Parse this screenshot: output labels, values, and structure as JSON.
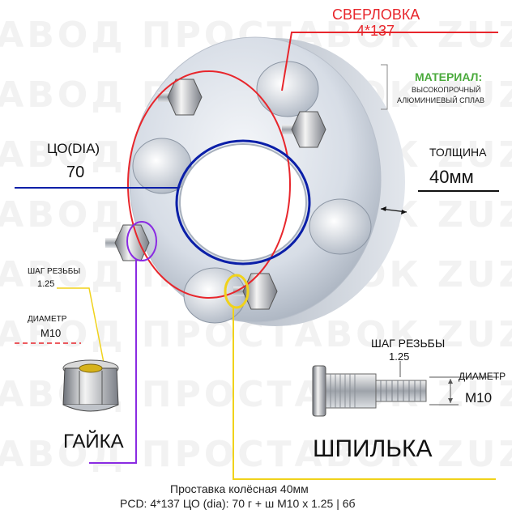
{
  "watermark": "ЗАВОД ПРОСТАВОК ZUZ",
  "drilling": {
    "title": "СВЕРЛОВКА",
    "value": "4*137"
  },
  "material": {
    "title": "МАТЕРИАЛ:",
    "line1": "ВЫСОКОПРОЧНЫЙ",
    "line2": "АЛЮМИНИЕВЫЙ СПЛАВ"
  },
  "center_bore": {
    "title": "ЦО(DIA)",
    "value": "70"
  },
  "thickness": {
    "title": "ТОЛЩИНА",
    "value": "40мм"
  },
  "nut": {
    "pitch_title": "ШАГ РЕЗЬБЫ",
    "pitch_value": "1.25",
    "diameter_title": "ДИАМЕТР",
    "diameter_value": "M10",
    "name": "ГАЙКА"
  },
  "stud": {
    "pitch_title": "ШАГ РЕЗЬБЫ",
    "pitch_value": "1.25",
    "diameter_title": "ДИАМЕТР",
    "diameter_value": "M10",
    "name": "ШПИЛЬКА"
  },
  "footer": {
    "line1": "Проставка колёсная 40мм",
    "line2": "PCD: 4*137 ЦО (dia): 70 г + ш M10 x 1.25 | 6б"
  },
  "colors": {
    "red": "#e8262c",
    "blue": "#0b1fa8",
    "green": "#4aaa3c",
    "yellow": "#f0d21b",
    "purple": "#8a2be2",
    "dark_blue": "#1b2a8f"
  }
}
